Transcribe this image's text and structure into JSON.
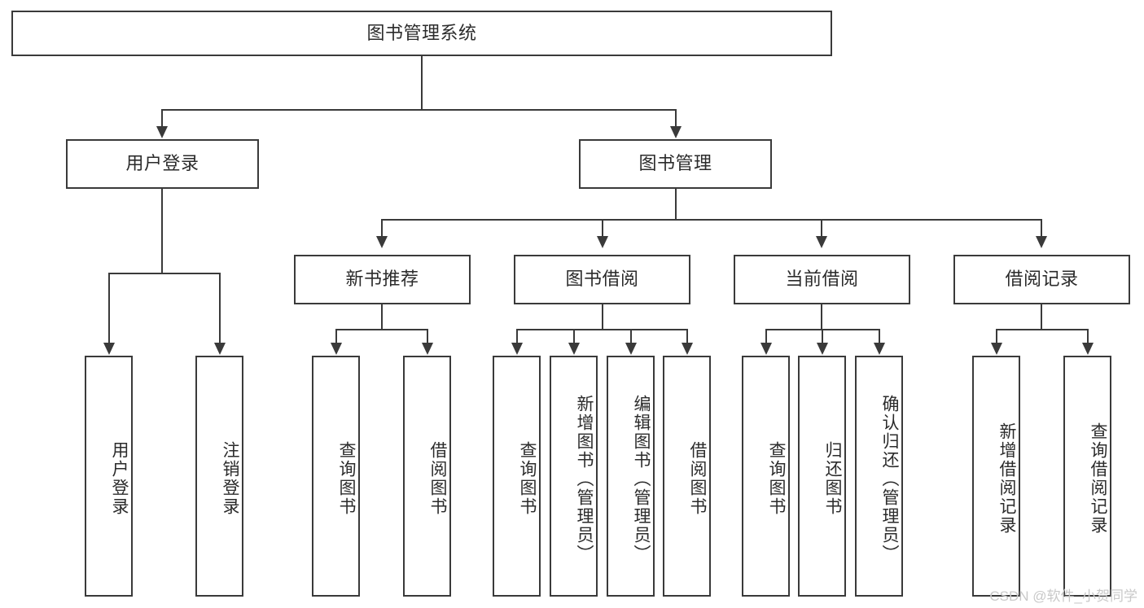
{
  "diagram": {
    "title": "图书管理系统",
    "type": "tree-hierarchy-diagram",
    "watermark": "CSDN @软件_小贺同学",
    "colors": {
      "stroke": "#3a3a3a",
      "fill": "#ffffff",
      "text": "#2b2b2b",
      "watermark": "#c9c9c9"
    },
    "nodes": {
      "root": {
        "label": "图书管理系统"
      },
      "level2": [
        {
          "id": "user-login",
          "label": "用户登录"
        },
        {
          "id": "book-manage",
          "label": "图书管理"
        }
      ],
      "level3": [
        {
          "id": "new-book-recommend",
          "label": "新书推荐"
        },
        {
          "id": "book-borrow",
          "label": "图书借阅"
        },
        {
          "id": "current-borrow",
          "label": "当前借阅"
        },
        {
          "id": "borrow-record",
          "label": "借阅记录"
        }
      ],
      "leaves": {
        "user-login": [
          {
            "id": "leaf-user-login",
            "label": "用户登录"
          },
          {
            "id": "leaf-logout-login",
            "label": "注销登录"
          }
        ],
        "new-book-recommend": [
          {
            "id": "leaf-query-book-1",
            "label": "查询图书"
          },
          {
            "id": "leaf-borrow-book-1",
            "label": "借阅图书"
          }
        ],
        "book-borrow": [
          {
            "id": "leaf-query-book-2",
            "label": "查询图书"
          },
          {
            "id": "leaf-add-book-admin",
            "label": "新增图书（管理员）"
          },
          {
            "id": "leaf-edit-book-admin",
            "label": "编辑图书（管理员）"
          },
          {
            "id": "leaf-borrow-book-2",
            "label": "借阅图书"
          }
        ],
        "current-borrow": [
          {
            "id": "leaf-query-book-3",
            "label": "查询图书"
          },
          {
            "id": "leaf-return-book",
            "label": "归还图书"
          },
          {
            "id": "leaf-confirm-return-admin",
            "label": "确认归还（管理员）"
          }
        ],
        "borrow-record": [
          {
            "id": "leaf-add-borrow-record",
            "label": "新增借阅记录"
          },
          {
            "id": "leaf-query-borrow-record",
            "label": "查询借阅记录"
          }
        ]
      }
    }
  }
}
